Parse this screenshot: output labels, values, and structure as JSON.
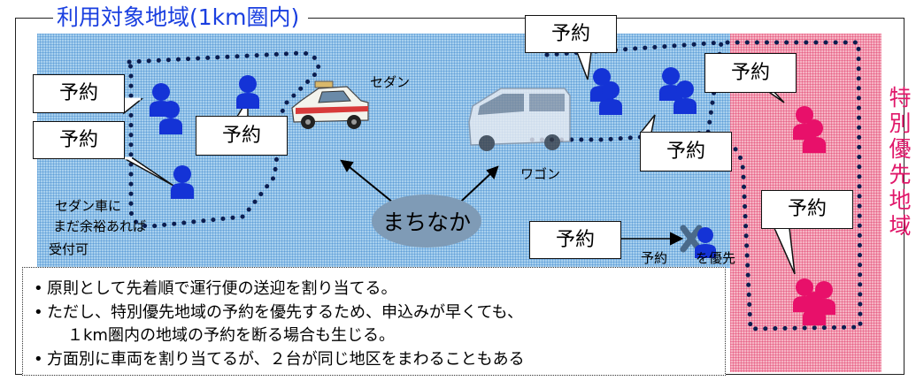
{
  "diagram": {
    "area_title": "利用対象地域(1km圏内)",
    "priority_title": "特別優先地域",
    "reserve_label": "予約",
    "vehicles": {
      "sedan": "セダン",
      "wagon": "ワゴン"
    },
    "center": "まちなか",
    "sedan_note": [
      "セダン車に",
      "まだ余裕あれば",
      "受付可"
    ],
    "cancel_left": "予約",
    "cancel_right": "を優先",
    "notes": [
      "原則として先着順で運行便の送迎を割り当てる。",
      "ただし、特別優先地域の予約を優先するため、申込みが早くても、",
      "１km圏内の地域の予約を断る場合も生じる。",
      "方面別に車両を割り当てるが、２台が同じ地区をまわることもある"
    ],
    "colors": {
      "area": "#a8d0ee",
      "priority": "#f6b4c4",
      "title": "#1a3fe0",
      "priority_title": "#e0186a",
      "person_blue": "#1433d6",
      "person_pink": "#e8106a",
      "cross": "#4a6a8a",
      "center": "#7f9bb6"
    }
  }
}
